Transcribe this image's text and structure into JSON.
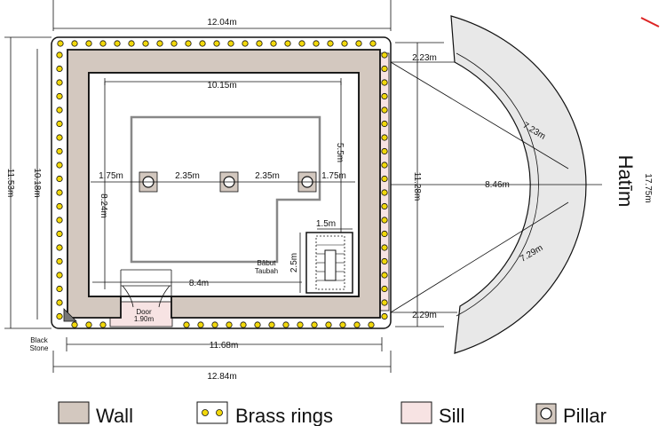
{
  "colors": {
    "wall": "#d3c8bf",
    "sill": "#f7e3e3",
    "ring": "#f2d80a",
    "hatim": "#e8e8e8",
    "outline": "#111111",
    "room_outline": "#888888"
  },
  "dimensions": {
    "top_width": "12.04m",
    "inner_width": "10.15m",
    "left_height": "11.53m",
    "inner_left_height": "10.18m",
    "right_height": "11.28m",
    "pillar_offset_left": "1.75m",
    "pillar_gap_1": "2.35m",
    "pillar_gap_2": "2.35m",
    "pillar_offset_right": "1.75m",
    "interior_height": "8.24m",
    "upper_right_height": "5.5m",
    "stair_width": "1.5m",
    "stair_height": "2.5m",
    "bottom_inner": "8.4m",
    "door_width": "1.90m",
    "bottom_outer": "11.68m",
    "bottom_total": "12.84m",
    "hatim_top_gap": "2.23m",
    "hatim_bottom_gap": "2.29m",
    "hatim_radius_upper": "7.23m",
    "hatim_radius_mid": "8.46m",
    "hatim_radius_lower": "7.29m",
    "hatim_thickness": "17.75m"
  },
  "labels": {
    "door": "Door",
    "babut_taubah_1": "Bābut",
    "babut_taubah_2": "Taubah",
    "black_stone_1": "Black",
    "black_stone_2": "Stone",
    "hatim": "Hatīm"
  },
  "legend": [
    {
      "label": "Wall",
      "icon": "wall-swatch"
    },
    {
      "label": "Brass rings",
      "icon": "brass-rings-swatch"
    },
    {
      "label": "Sill",
      "icon": "sill-swatch"
    },
    {
      "label": "Pillar",
      "icon": "pillar-swatch"
    }
  ]
}
